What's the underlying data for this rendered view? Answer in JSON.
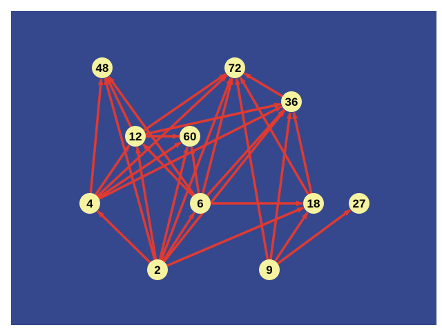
{
  "diagram": {
    "colors": {
      "panel": "#35488E",
      "edge": "#E03A31",
      "node_fill": "#F6F3A0",
      "node_text": "#000000"
    },
    "nodes": [
      {
        "id": "48",
        "label": "48"
      },
      {
        "id": "72",
        "label": "72"
      },
      {
        "id": "36",
        "label": "36"
      },
      {
        "id": "12",
        "label": "12"
      },
      {
        "id": "60",
        "label": "60"
      },
      {
        "id": "4",
        "label": "4"
      },
      {
        "id": "6",
        "label": "6"
      },
      {
        "id": "18",
        "label": "18"
      },
      {
        "id": "27",
        "label": "27"
      },
      {
        "id": "2",
        "label": "2"
      },
      {
        "id": "9",
        "label": "9"
      }
    ],
    "edges": [
      [
        "2",
        "4"
      ],
      [
        "2",
        "12"
      ],
      [
        "2",
        "48"
      ],
      [
        "2",
        "60"
      ],
      [
        "2",
        "6"
      ],
      [
        "2",
        "72"
      ],
      [
        "2",
        "36"
      ],
      [
        "2",
        "18"
      ],
      [
        "4",
        "48"
      ],
      [
        "4",
        "12"
      ],
      [
        "4",
        "60"
      ],
      [
        "4",
        "72"
      ],
      [
        "4",
        "36"
      ],
      [
        "6",
        "12"
      ],
      [
        "6",
        "48"
      ],
      [
        "6",
        "60"
      ],
      [
        "6",
        "72"
      ],
      [
        "6",
        "36"
      ],
      [
        "6",
        "18"
      ],
      [
        "9",
        "72"
      ],
      [
        "9",
        "36"
      ],
      [
        "9",
        "18"
      ],
      [
        "9",
        "27"
      ],
      [
        "12",
        "48"
      ],
      [
        "12",
        "72"
      ],
      [
        "12",
        "36"
      ],
      [
        "12",
        "60"
      ],
      [
        "18",
        "72"
      ],
      [
        "18",
        "36"
      ],
      [
        "36",
        "72"
      ]
    ]
  }
}
